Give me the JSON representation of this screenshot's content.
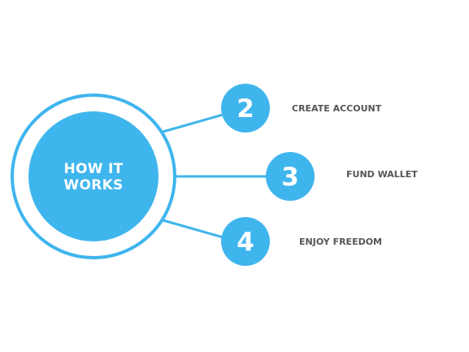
{
  "hub": {
    "title_line1": "HOW IT",
    "title_line2": "WORKS"
  },
  "steps": [
    {
      "number": "2",
      "label": "CREATE ACCOUNT"
    },
    {
      "number": "3",
      "label": "FUND WALLET"
    },
    {
      "number": "4",
      "label": "ENJOY FREEDOM"
    }
  ],
  "colors": {
    "accent": "#3fb5ed",
    "label_text": "#555555",
    "background": "#ffffff"
  }
}
